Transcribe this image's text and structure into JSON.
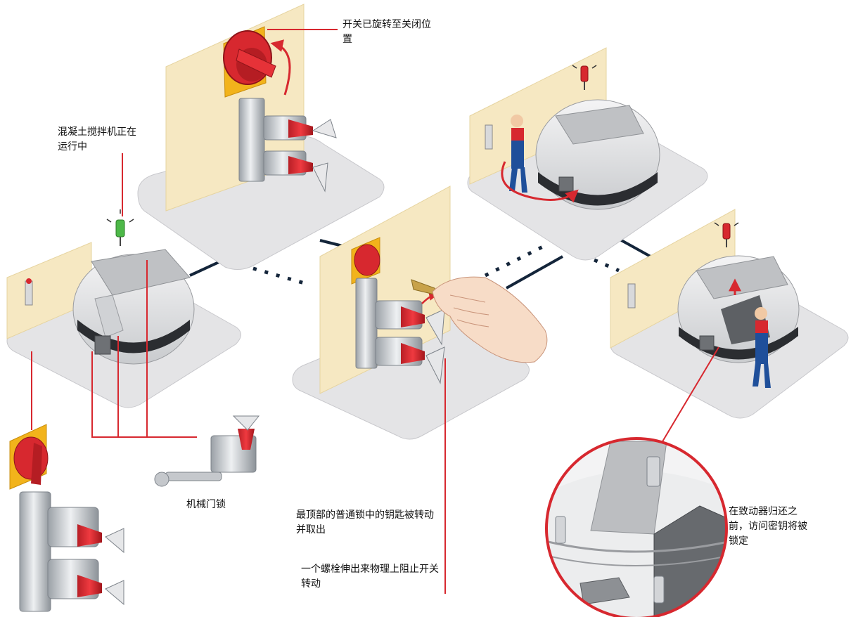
{
  "captions": {
    "switch_off": "开关已旋转至关闭位置",
    "mixer_running": "混凝土搅拌机正在运行中",
    "mech_lock": "机械门锁",
    "key_removed": "最顶部的普通锁中的钥匙被转动并取出",
    "bolt_extends": "一个螺栓伸出来物理上阻止开关转动",
    "access_locked": "在致动器归还之前，访问密钥将被锁定"
  },
  "colors": {
    "accent_red": "#d7282f",
    "panel_beige": "#f6e8c2",
    "platform_gray": "#e4e4e6",
    "switch_yellow": "#f2b31b",
    "lamp_green": "#4db848",
    "worker_blue": "#1f4f9a",
    "connector_dark": "#14253a"
  },
  "icons": [
    "green-beacon-icon",
    "red-beacon-icon",
    "rotary-switch-icon",
    "key-icon",
    "hand-icon",
    "worker-icon",
    "magnifier-circle"
  ]
}
